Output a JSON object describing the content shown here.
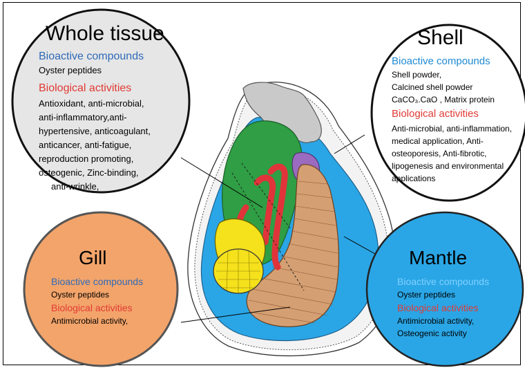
{
  "colors": {
    "blue_heading": "#2f6ab8",
    "red_heading": "#e03a34",
    "shell_outline": "#cfcfcf",
    "mantle_blue": "#2aa6e6",
    "gill_orange": "#f3a46a",
    "digestive_green": "#2f9e44",
    "intestine_red": "#e0343a",
    "gonad_yellow": "#f5e11c",
    "muscle_brown": "#d49f72"
  },
  "whole_tissue": {
    "title": "Whole tissue",
    "compounds_heading": "Bioactive compounds",
    "compounds": [
      "Oyster peptides"
    ],
    "activities_heading": "Biological activities",
    "activities": [
      "Antioxidant, anti-microbial,",
      "anti-inflammatory,anti-",
      "hypertensive, anticoagulant,",
      "anticancer, anti-fatigue,",
      "reproduction promoting,",
      "osteogenic, Zinc-binding,",
      "anti-wrinkle,"
    ]
  },
  "shell": {
    "title": "Shell",
    "compounds_heading": "Bioactive compounds",
    "compounds": [
      "Shell powder,",
      "Calcined shell powder",
      "CaCO₃.CaO , Matrix protein"
    ],
    "activities_heading": "Biological activities",
    "activities": [
      "Anti-microbial, anti-inflammation,",
      "medical application, Anti-",
      "osteoporesis, Anti-fibrotic,",
      "lipogenesis and environmental",
      "applications"
    ]
  },
  "gill": {
    "title": "Gill",
    "compounds_heading": "Bioactive compounds",
    "compounds": [
      "Oyster peptides"
    ],
    "activities_heading": "Biological activities",
    "activities": [
      "Antimicrobial activity,"
    ]
  },
  "mantle": {
    "title": "Mantle",
    "compounds_heading": "Bioactive compounds",
    "compounds": [
      "Oyster peptides"
    ],
    "activities_heading": "Biological activities",
    "activities": [
      "Antimicrobial activity,",
      "Osteogenic activity"
    ]
  }
}
